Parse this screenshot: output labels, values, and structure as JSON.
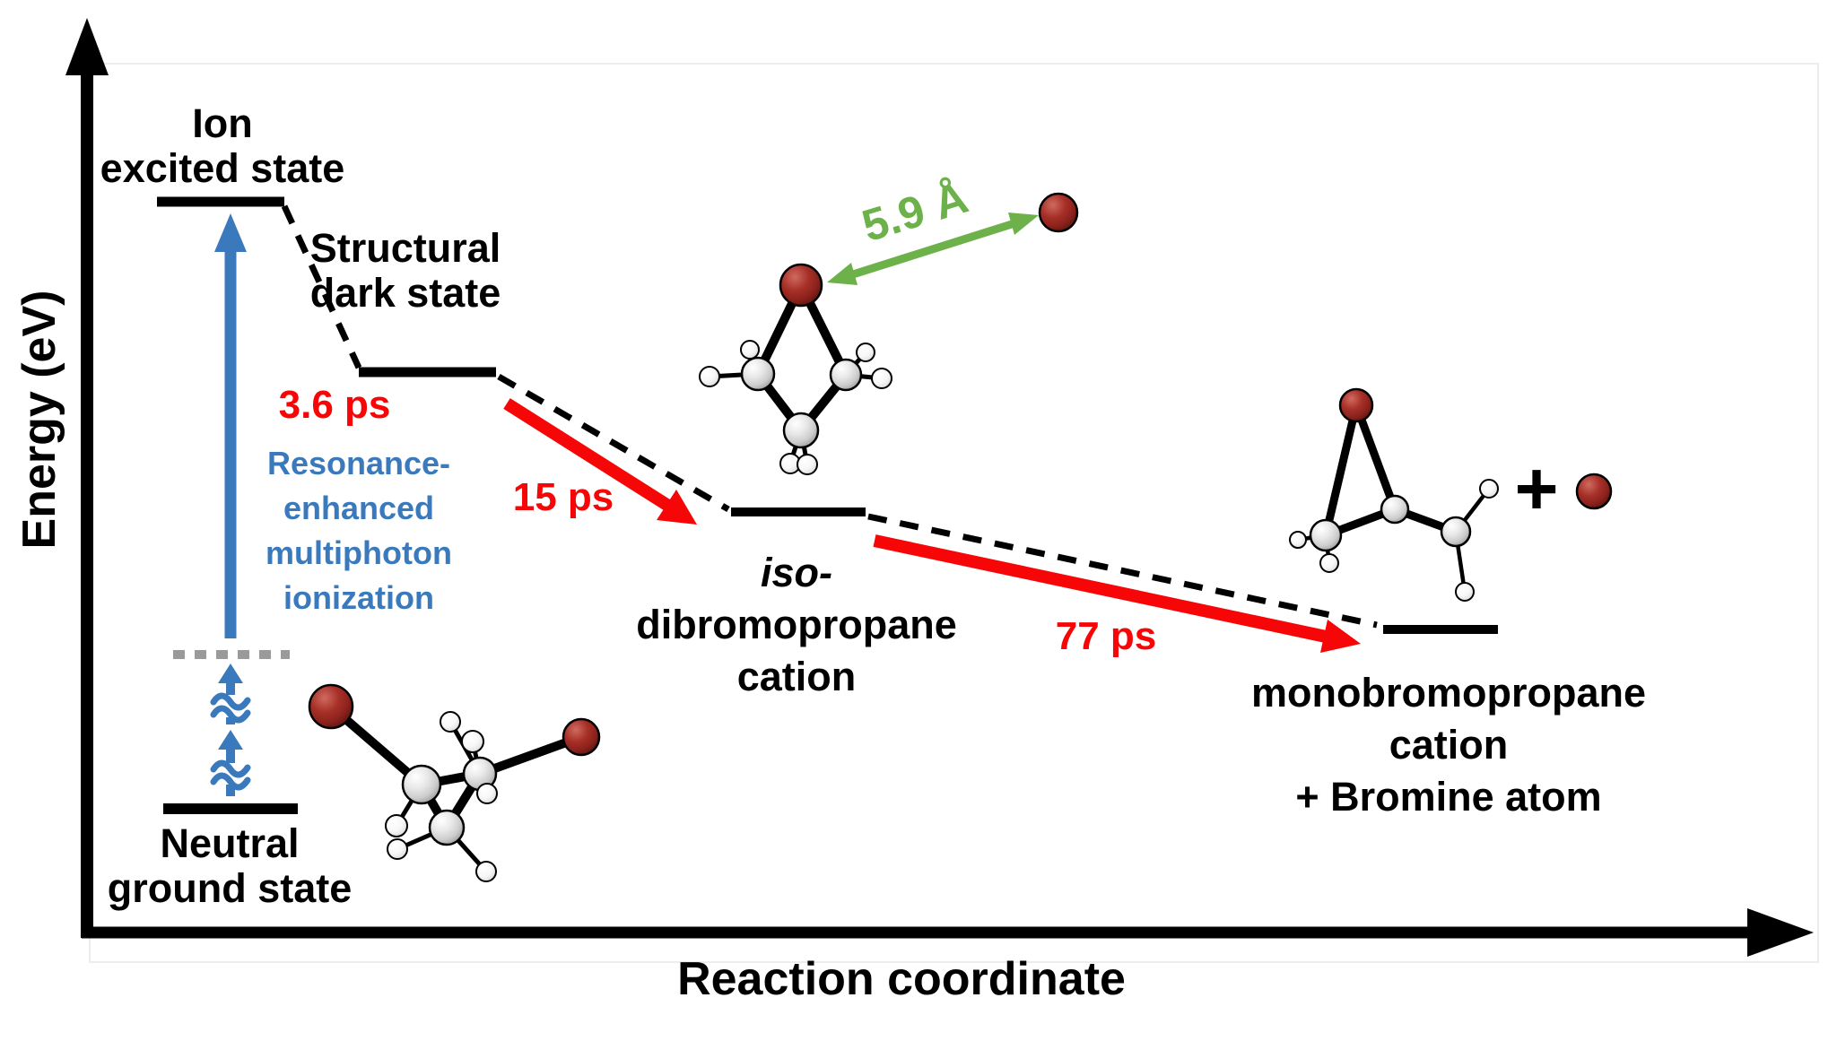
{
  "colors": {
    "accent_blue": "#3a7abc",
    "accent_red": "#f60606",
    "accent_green": "#6cb14a",
    "gray_level": "#9a9a9a",
    "bromine_red": "#9b2d27",
    "carbon_gray": "#d9d9d9",
    "hydrogen_white": "#f7f7f7"
  },
  "axes": {
    "y_label": "Energy (eV)",
    "x_label": "Reaction coordinate"
  },
  "states": {
    "ion_excited": {
      "line1": "Ion",
      "line2": "excited state"
    },
    "structural_dark": {
      "line1": "Structural",
      "line2": "dark state"
    },
    "neutral_ground": {
      "line1": "Neutral",
      "line2": "ground state"
    },
    "iso_cation": {
      "line1": "iso-",
      "line2": "dibromopropane",
      "line3": "cation"
    },
    "mono_cation": {
      "line1": "monobromopropane",
      "line2": "cation",
      "line3": "+ Bromine atom"
    }
  },
  "annotations": {
    "remi": {
      "line1": "Resonance-",
      "line2": "enhanced",
      "line3": "multiphoton",
      "line4": "ionization"
    },
    "time_ion_to_dark": "3.6 ps",
    "time_dark_to_iso": "15 ps",
    "time_iso_to_mono": "77 ps",
    "br_distance": "5.9 Å",
    "plus_sign": "+"
  },
  "energy_ordering_high_to_low": [
    "Ion excited state",
    "Structural dark state",
    "iso-dibromopropane cation",
    "monobromopropane cation + Bromine atom",
    "Neutral ground state"
  ],
  "transitions": [
    {
      "from": "Neutral ground state",
      "to": "Ion excited state",
      "label": "Resonance-enhanced multiphoton ionization"
    },
    {
      "from": "Ion excited state",
      "to": "Structural dark state",
      "time": "3.6 ps"
    },
    {
      "from": "Structural dark state",
      "to": "iso-dibromopropane cation",
      "time": "15 ps"
    },
    {
      "from": "iso-dibromopropane cation",
      "to": "monobromopropane cation + Bromine atom",
      "time": "77 ps"
    }
  ]
}
